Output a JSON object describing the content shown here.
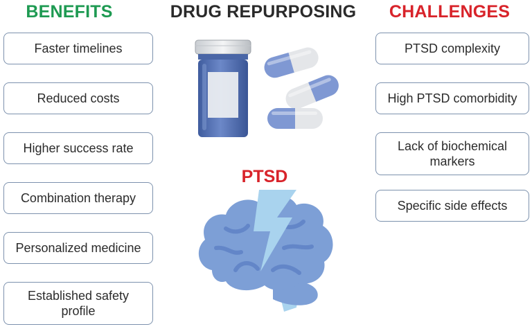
{
  "headings": {
    "benefits": "BENEFITS",
    "main": "DRUG REPURPOSING",
    "challenges": "CHALLENGES"
  },
  "benefits": [
    "Faster timelines",
    "Reduced costs",
    "Higher success rate",
    "Combination therapy",
    "Personalized medicine",
    [
      "Established safety",
      "profile"
    ]
  ],
  "challenges": [
    "PTSD complexity",
    "High PTSD comorbidity",
    [
      "Lack of biochemical",
      "markers"
    ],
    "Specific side effects"
  ],
  "center_label": "PTSD",
  "colors": {
    "benefits": "#1e9a52",
    "main": "#2a2a2a",
    "challenges": "#d8232a",
    "ptsd": "#d8232a",
    "box_border": "#7c91ad",
    "brain": "#7d9fd6",
    "bolt": "#a9d3ee",
    "pill_blue": "#7f98d3",
    "bottle": "#5a76b4"
  },
  "icons": [
    "pill-bottle-icon",
    "capsule-icon",
    "brain-icon",
    "lightning-bolt-icon"
  ]
}
